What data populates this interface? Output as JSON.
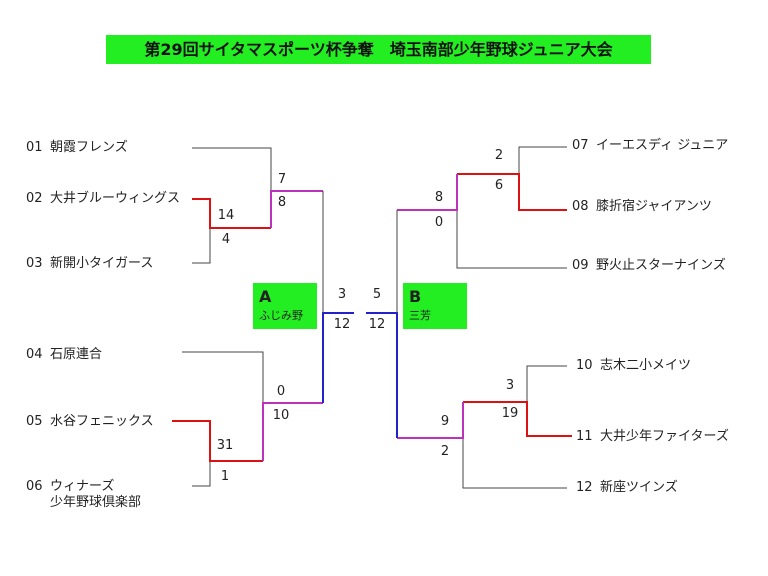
{
  "title": "第29回サイタマスポーツ杯争奪　埼玉南部少年野球ジュニア大会",
  "colors": {
    "title_bg": "#22ee22",
    "gray_line": "#444444",
    "red_line": "#dd1111",
    "purple_line": "#bb33bb",
    "blue_line": "#2222cc"
  },
  "teams": [
    {
      "num": "01",
      "name": "朝霞フレンズ"
    },
    {
      "num": "02",
      "name": "大井ブルーウィングス"
    },
    {
      "num": "03",
      "name": "新開小タイガース"
    },
    {
      "num": "04",
      "name": "石原連合"
    },
    {
      "num": "05",
      "name": "水谷フェニックス"
    },
    {
      "num": "06",
      "name": "ウィナーズ",
      "name2": "少年野球倶楽部"
    },
    {
      "num": "07",
      "name": "イーエスディ ジュニア"
    },
    {
      "num": "08",
      "name": "膝折宿ジャイアンツ"
    },
    {
      "num": "09",
      "name": "野火止スターナインズ"
    },
    {
      "num": "10",
      "name": "志木二小メイツ"
    },
    {
      "num": "11",
      "name": "大井少年ファイターズ"
    },
    {
      "num": "12",
      "name": "新座ツインズ"
    }
  ],
  "scores": {
    "g1_t02": "14",
    "g1_t03": "4",
    "g2_t01": "7",
    "g2_w": "8",
    "g3_t05": "31",
    "g3_t06": "1",
    "g4_t04": "0",
    "g4_w": "10",
    "g5_t07": "2",
    "g5_t08": "6",
    "g6_w": "8",
    "g6_t09": "0",
    "g7_t10": "3",
    "g7_t11": "19",
    "g8_w": "9",
    "g8_t12": "2",
    "fa_top": "3",
    "fa_bottom": "12",
    "fb_top": "5",
    "fb_bottom": "12"
  },
  "venues": {
    "a": {
      "letter": "A",
      "place": "ふじみ野"
    },
    "b": {
      "letter": "B",
      "place": "三芳"
    }
  }
}
